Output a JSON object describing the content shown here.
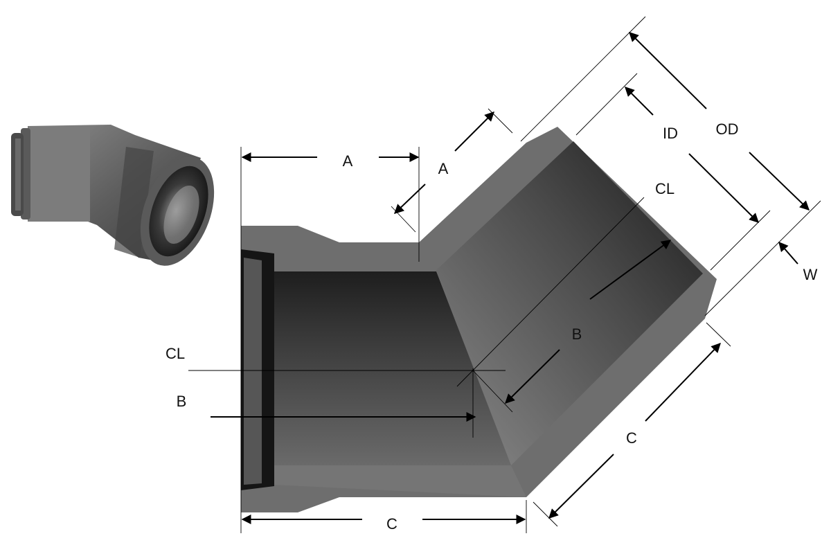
{
  "labels": {
    "a_top": "A",
    "a_diag": "A",
    "id": "ID",
    "od": "OD",
    "cl_right": "CL",
    "w": "W",
    "b_diag": "B",
    "cl_left": "CL",
    "b_left": "B",
    "c_diag": "C",
    "c_bottom": "C"
  },
  "colors": {
    "metal": "#6e6e6e",
    "metal_dark": "#2a2a2a",
    "metal_light": "#8a8a8a",
    "line": "#000000",
    "background": "#ffffff"
  }
}
